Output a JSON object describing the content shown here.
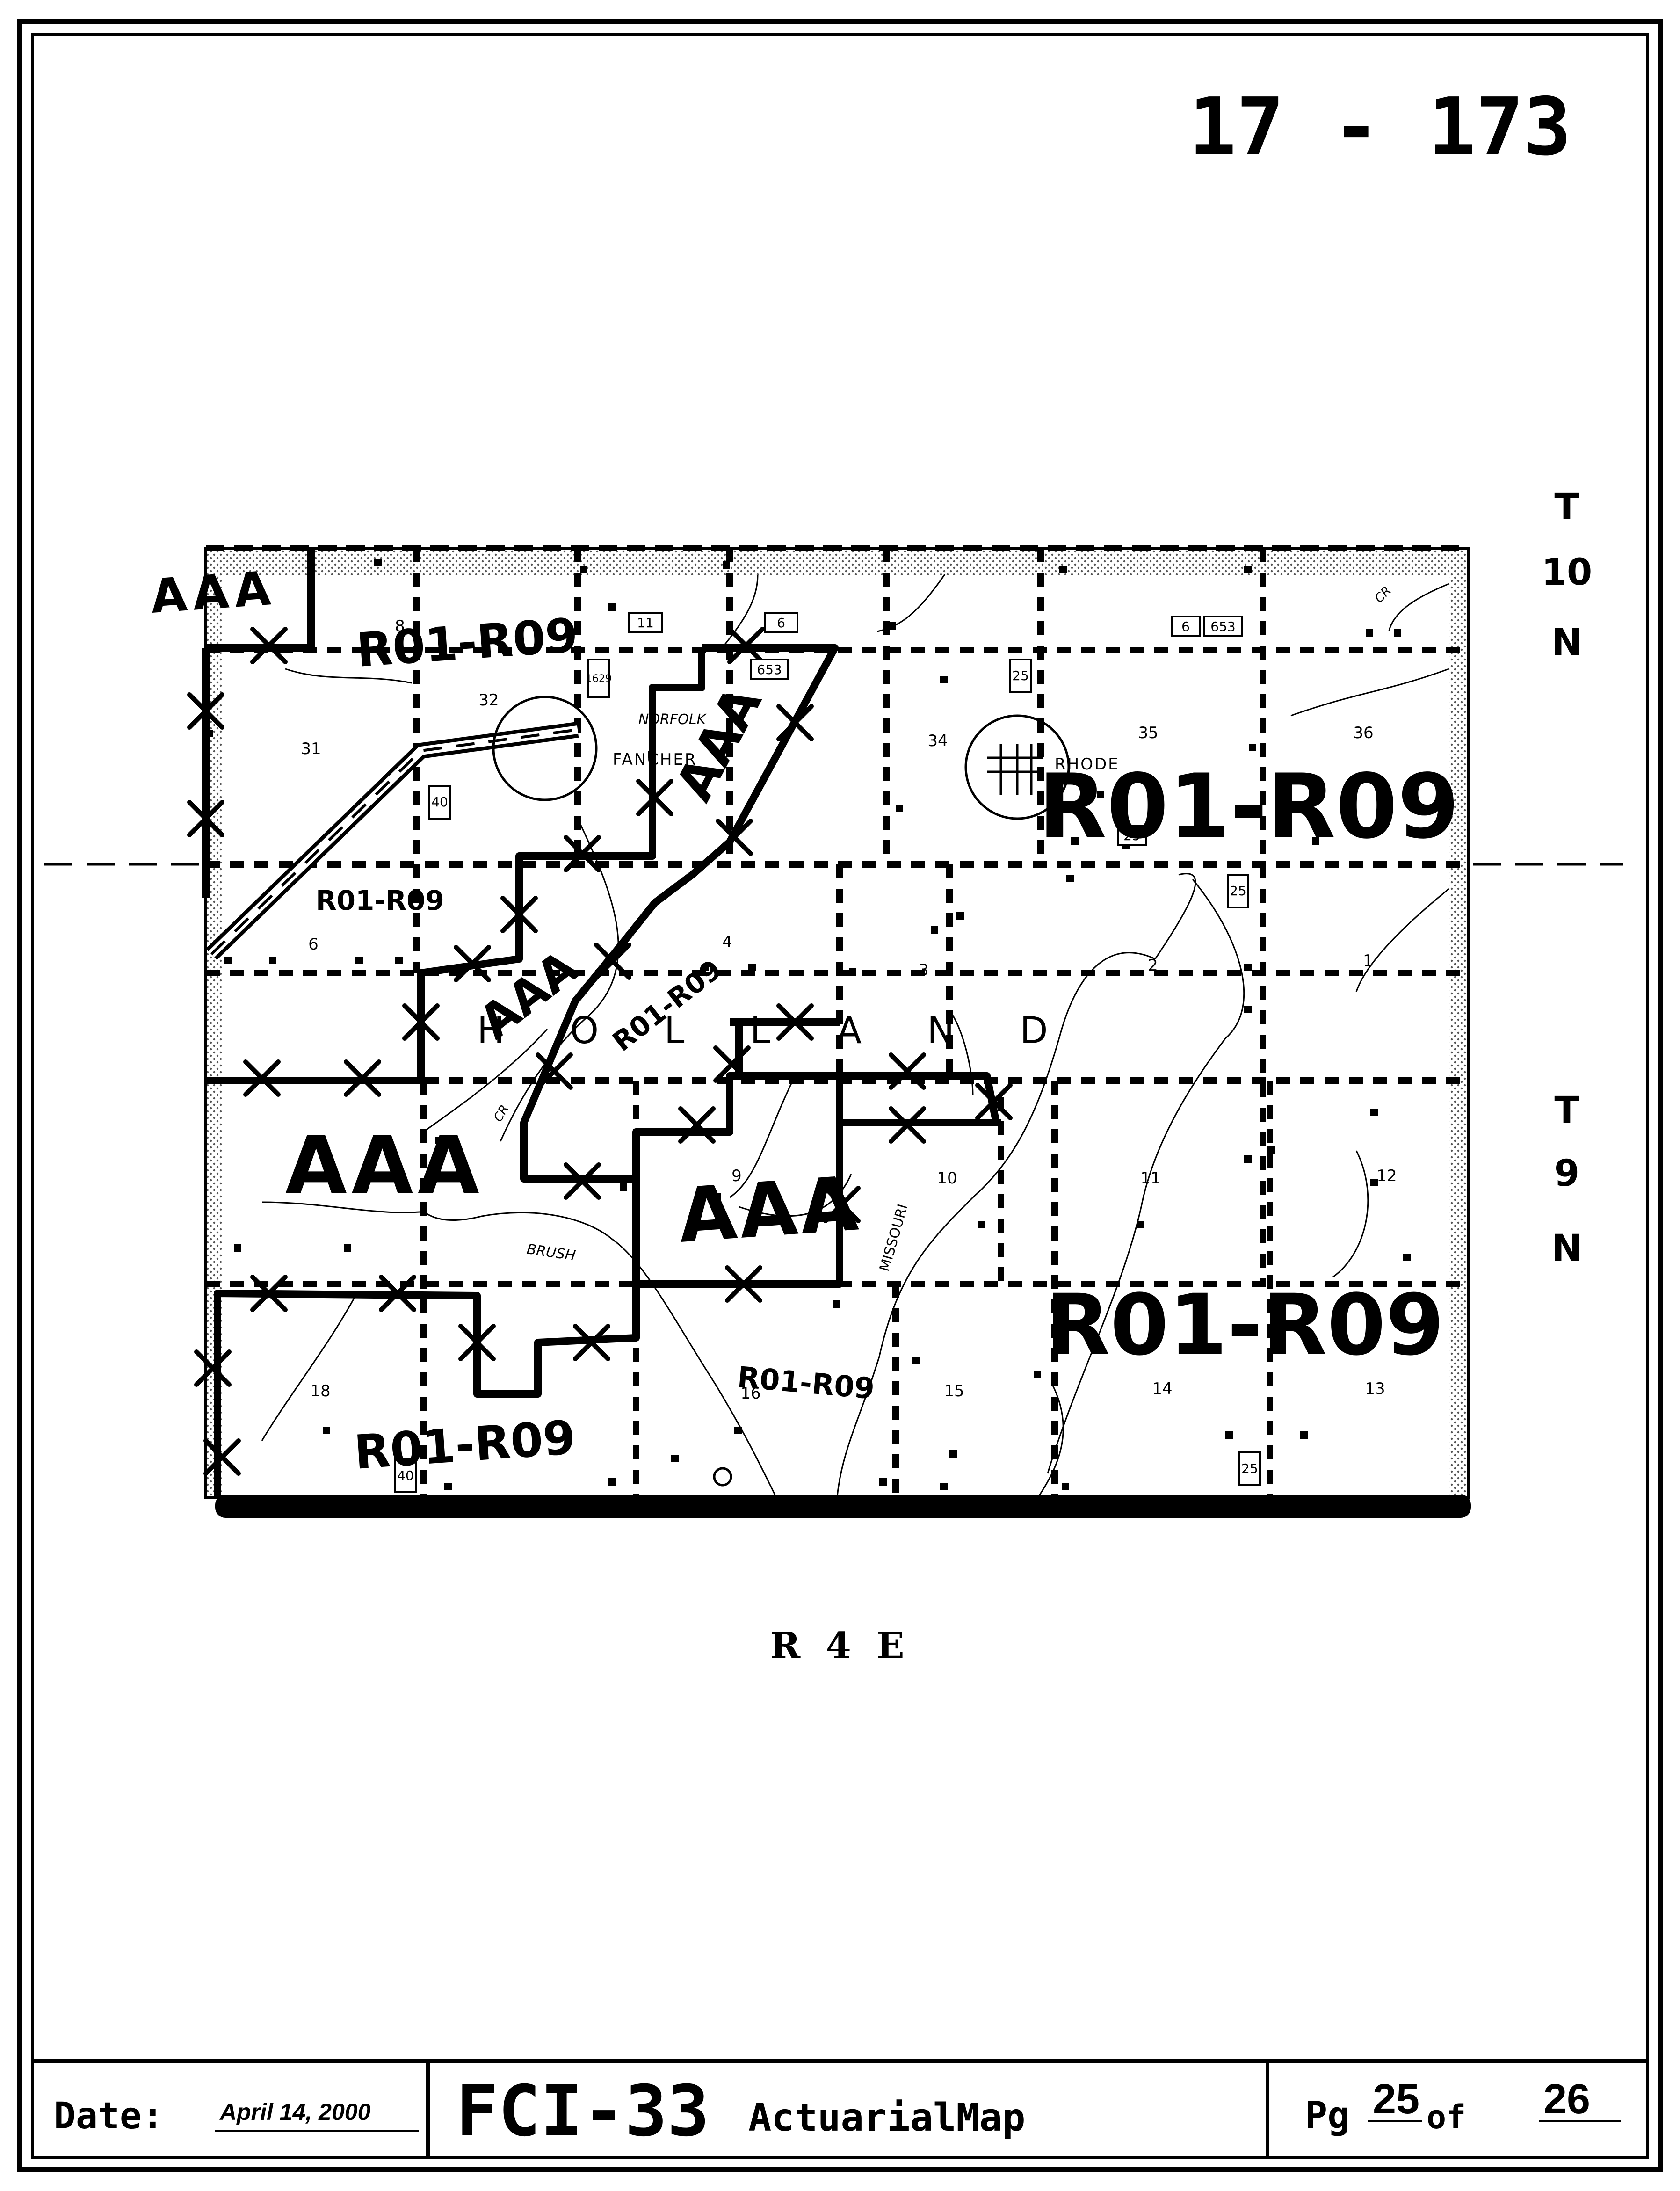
{
  "header": {
    "map_id": "17 - 173"
  },
  "township_labels": {
    "north_top": [
      "T",
      "10",
      "N"
    ],
    "north_bottom": [
      "T",
      "9",
      "N"
    ],
    "range": "R  4  E"
  },
  "map": {
    "place_names": {
      "township": "HOLLAND",
      "town1": "FANCHER",
      "town2": "RHODE",
      "river1": "MISSOURI",
      "river2": "BRUSH",
      "creek": "CR",
      "norfolk": "NORFOLK"
    },
    "zone_labels": [
      "R01-R09",
      "AAA"
    ],
    "sections_t10": [
      "31",
      "32",
      "34",
      "35",
      "36"
    ],
    "sections_t9_row1": [
      "6",
      "4",
      "3",
      "2",
      "1"
    ],
    "sections_t9_row2": [
      "10",
      "11",
      "12"
    ],
    "sections_t9_row3": [
      "18",
      "16",
      "15",
      "14",
      "13"
    ],
    "section_9": "9",
    "section_8": "8",
    "route_shields": [
      "11",
      "6",
      "653",
      "1629",
      "40",
      "25",
      "6",
      "653",
      "25",
      "25",
      "40",
      "25"
    ]
  },
  "footer": {
    "date_label": "Date:",
    "date_value": "April 14, 2000",
    "title": "FCI-33",
    "subtitle": "ActuarialMap",
    "page_label": "Pg",
    "page_current": "25",
    "page_of": "of",
    "page_total": "26"
  }
}
